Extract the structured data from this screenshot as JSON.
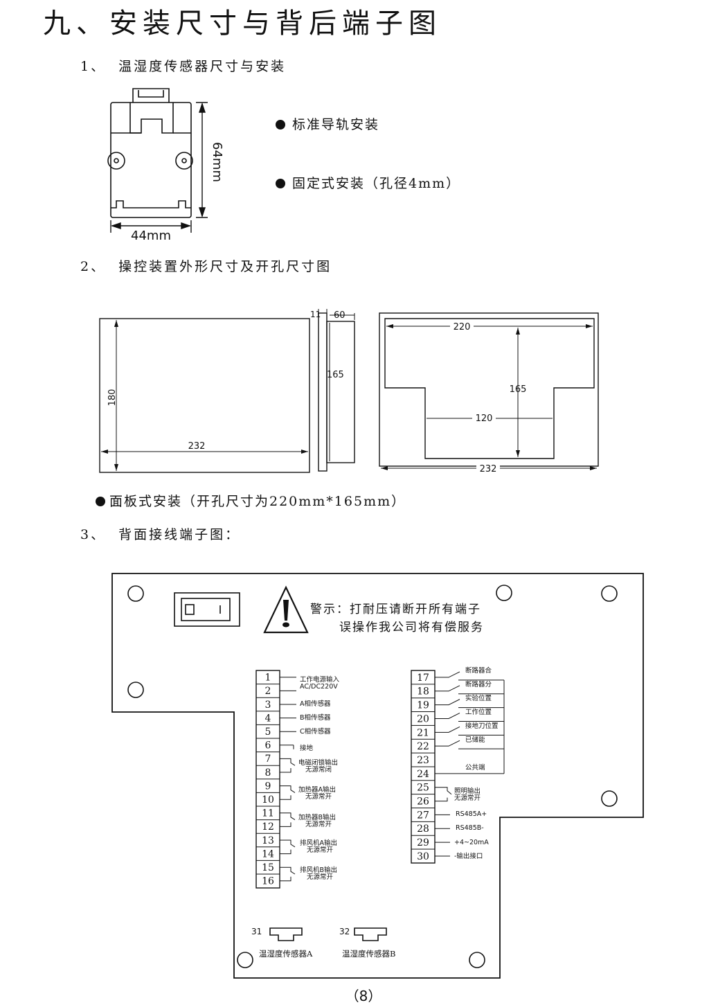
{
  "page_title": "九、安装尺寸与背后端子图",
  "sections": [
    {
      "num": "1、",
      "title": "温湿度传感器尺寸与安装"
    },
    {
      "num": "2、",
      "title": "操控装置外形尺寸及开孔尺寸图"
    },
    {
      "num": "3、",
      "title": "背面接线端子图："
    }
  ],
  "sensor": {
    "height": "64mm",
    "width": "44mm",
    "bullets": [
      "标准导轨安装",
      "固定式安装（孔径4mm）"
    ]
  },
  "panel": {
    "front": {
      "width": "232",
      "height": "180"
    },
    "side": {
      "bezel": "11",
      "depth": "60",
      "height": "165"
    },
    "cutout": {
      "top_width": "220",
      "height": "165",
      "bottom_width": "120",
      "total_width": "232"
    },
    "bullet": "面板式安装（开孔尺寸为220mm*165mm）"
  },
  "rear": {
    "warning_line1": "警示：打耐压请断开所有端子",
    "warning_line2": "误操作我公司将有偿服务",
    "left_terminals": [
      "1",
      "2",
      "3",
      "4",
      "5",
      "6",
      "7",
      "8",
      "9",
      "10",
      "11",
      "12",
      "13",
      "14",
      "15",
      "16"
    ],
    "left_labels": [
      {
        "l1": "工作电源输入",
        "l2": "AC/DC220V"
      },
      {
        "l1": "A相传感器"
      },
      {
        "l1": "B相传感器"
      },
      {
        "l1": "C相传感器"
      },
      {
        "l1": "接地"
      },
      {
        "l1": "电磁闭锁输出",
        "l2": "无源常闭"
      },
      {
        "l1": "加热器A输出",
        "l2": "无源常开"
      },
      {
        "l1": "加热器B输出",
        "l2": "无源常开"
      },
      {
        "l1": "排风机A输出",
        "l2": "无源常开"
      },
      {
        "l1": "排风机B输出",
        "l2": "无源常开"
      }
    ],
    "right_terminals": [
      "17",
      "18",
      "19",
      "20",
      "21",
      "22",
      "23",
      "24",
      "25",
      "26",
      "27",
      "28",
      "29",
      "30"
    ],
    "right_labels": [
      "断路器合",
      "断路器分",
      "实验位置",
      "工作位置",
      "接地刀位置",
      "已储能",
      "公共端",
      "照明输出",
      "无源常开",
      "RS485A+",
      "RS485B-",
      "+4~20mA",
      "-输出接口"
    ],
    "connectors": [
      {
        "num": "31",
        "label": "温湿度传感器A"
      },
      {
        "num": "32",
        "label": "温湿度传感器B"
      }
    ]
  },
  "page_number": "（8）"
}
